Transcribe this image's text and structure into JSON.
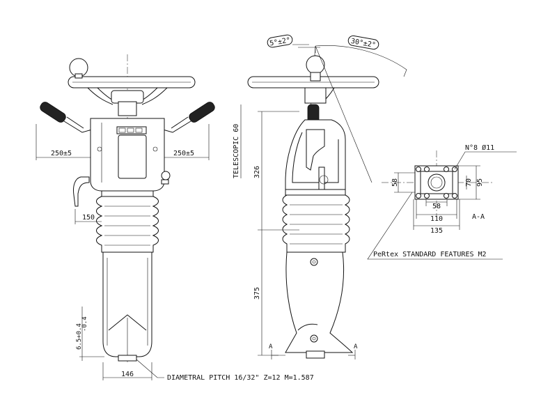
{
  "drawing": {
    "labels": {
      "angle_small": "5°±2°",
      "angle_large": "30°±2°",
      "holes": "N°8 Ø11",
      "telescopic": "TELESCOPIC 60",
      "width_left": "250±5",
      "width_right": "250±5",
      "offset": "150",
      "height_upper": "326",
      "height_lower": "375",
      "shank_tol": "6.5+0.4",
      "shank_tol_small": "-0.4",
      "base_width": "146",
      "pitch_note": "DIAMETRAL PITCH 16/32\" Z=12 M=1.587",
      "flange_58_v": "58",
      "flange_70": "70",
      "flange_95": "95",
      "flange_58_h": "58",
      "flange_110": "110",
      "flange_135": "135",
      "section": "A-A",
      "section_mark_left": "A",
      "section_mark_right": "A",
      "features_note": "PeRtex STANDARD FEATURES M2"
    }
  }
}
